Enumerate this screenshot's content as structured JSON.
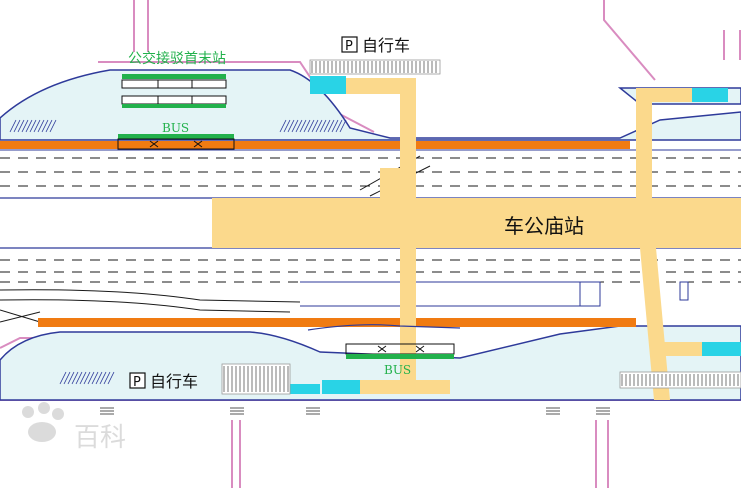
{
  "labels": {
    "station_name": "车公庙站",
    "bus_terminal": "公交接驳首末站",
    "bus_top": "BUS",
    "bus_bottom": "BUS",
    "bike_top": "自行车",
    "bike_bottom": "自行车",
    "parking_glyph": "P",
    "watermark": "百科"
  },
  "colors": {
    "road_outline": "#2e3a9a",
    "island_fill": "#e4f4f6",
    "station_band": "#fbd98c",
    "brt_lane": "#f07b12",
    "bus_bay": "#22b14c",
    "bike_rack": "#29d3e6",
    "boundary": "#d98cc0",
    "text_label": "#22b14c"
  },
  "icons": [
    "parking-icon",
    "bicycle-rack",
    "bus-bay",
    "watermark-paw-icon"
  ]
}
